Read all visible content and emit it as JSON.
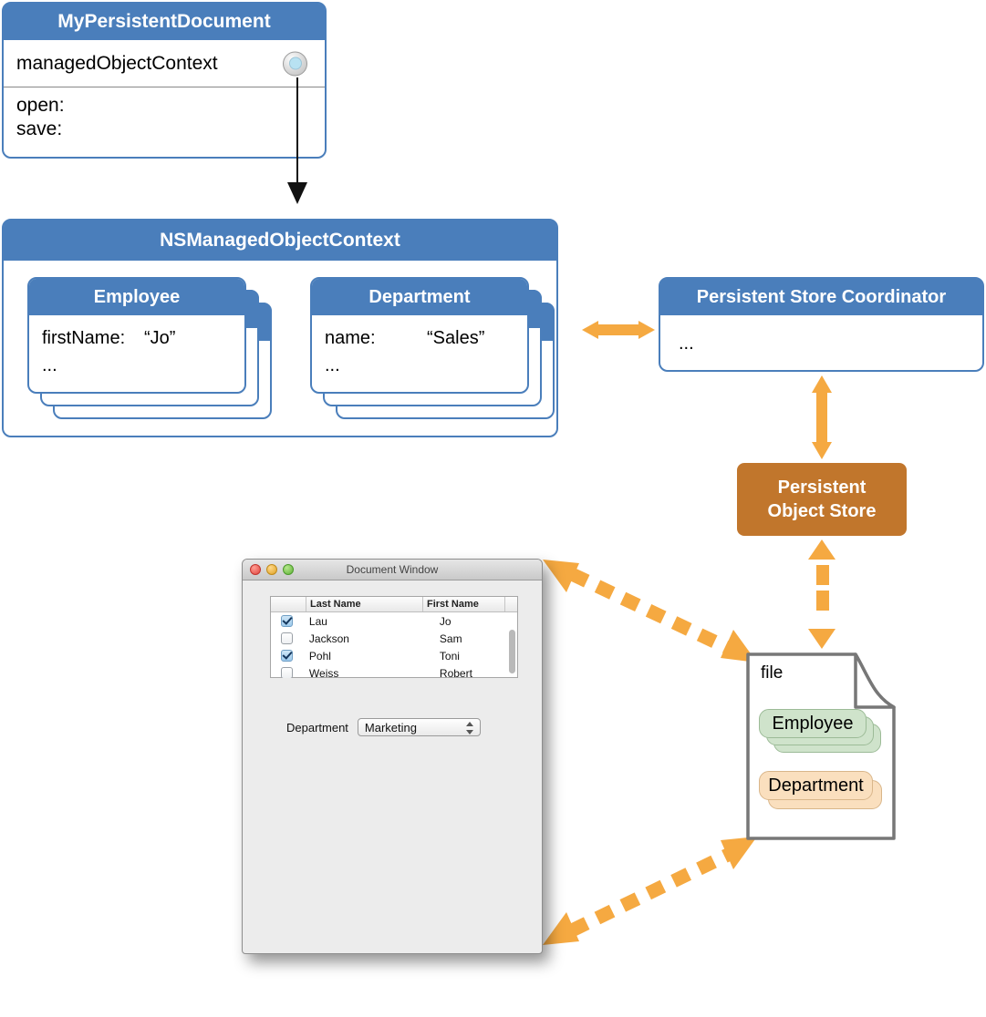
{
  "diagram": {
    "title": "Core Data document architecture",
    "colors": {
      "blue": "#4a7ebb",
      "orange": "#f5a941",
      "brown": "#c1762c",
      "employee_pill": "#cfe3cb",
      "department_pill": "#fadfbe"
    }
  },
  "document_class": {
    "title": "MyPersistentDocument",
    "property": "managedObjectContext",
    "methods": [
      "open:",
      "save:"
    ],
    "socket_icon": "socket-icon"
  },
  "managed_object_context": {
    "title": "NSManagedObjectContext",
    "entities": [
      {
        "title": "Employee",
        "attribute_key": "firstName:",
        "attribute_value": "“Jo”",
        "ellipsis": "...",
        "stack_count": 3
      },
      {
        "title": "Department",
        "attribute_key": "name:",
        "attribute_value": "“Sales”",
        "ellipsis": "...",
        "stack_count": 3
      }
    ]
  },
  "persistent_store_coordinator": {
    "title": "Persistent Store Coordinator",
    "body": "..."
  },
  "persistent_object_store": {
    "line1": "Persistent",
    "line2": "Object Store"
  },
  "document_window": {
    "title": "Document Window",
    "traffic_lights": [
      "close-button",
      "minimize-button",
      "zoom-button"
    ],
    "table": {
      "columns": [
        "",
        "Last Name",
        "First Name",
        ""
      ],
      "rows": [
        {
          "checked": true,
          "last_name": "Lau",
          "first_name": "Jo"
        },
        {
          "checked": false,
          "last_name": "Jackson",
          "first_name": "Sam"
        },
        {
          "checked": true,
          "last_name": "Pohl",
          "first_name": "Toni"
        },
        {
          "checked": false,
          "last_name": "Weiss",
          "first_name": "Robert"
        }
      ]
    },
    "department_field": {
      "label": "Department",
      "value": "Marketing"
    }
  },
  "file": {
    "label": "file",
    "groups": [
      {
        "name": "Employee",
        "stack_count": 3
      },
      {
        "name": "Department",
        "stack_count": 2
      }
    ]
  },
  "connections": [
    {
      "name": "document-to-context",
      "style": "solid-black-arrow",
      "direction": "down"
    },
    {
      "name": "context-to-coordinator",
      "style": "solid-orange-arrow",
      "direction": "both-horizontal"
    },
    {
      "name": "coordinator-to-store",
      "style": "solid-orange-arrow",
      "direction": "both-vertical"
    },
    {
      "name": "store-to-file",
      "style": "dashed-orange-arrow",
      "direction": "both-vertical"
    },
    {
      "name": "window-to-file-top",
      "style": "dashed-orange-arrow",
      "direction": "both-diagonal"
    },
    {
      "name": "window-to-file-bottom",
      "style": "dashed-orange-arrow",
      "direction": "both-diagonal"
    }
  ]
}
